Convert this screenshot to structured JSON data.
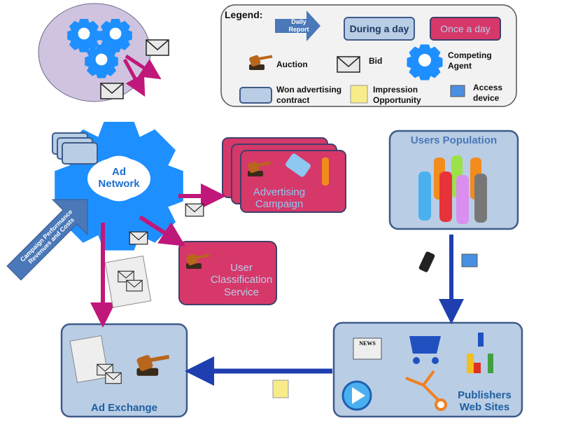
{
  "legend": {
    "title": "Legend:",
    "daily_report": "Daily Report",
    "during_a_day": "During a day",
    "once_a_day": "Once a day",
    "auction": "Auction",
    "bid": "Bid",
    "competing_agent": "Competing Agent",
    "won_contract": "Won advertising contract",
    "impression": "Impression Opportunity",
    "access_device": "Access device"
  },
  "nodes": {
    "ad_network": "Ad Network",
    "advertising_campaign": "Advertising Campaign",
    "user_classification": "User Classification Service",
    "users_population": "Users Population",
    "publishers": "Publishers Web Sites",
    "ad_exchange": "Ad Exchange",
    "news_icon_text": "NEWS"
  },
  "report_arrow": "Campaign Performance Revenues and Costs",
  "colors": {
    "during": "#b9cde5",
    "once": "#d6386a",
    "gear": "#1e8fff",
    "arrow_daily": "#4a78b8",
    "arrow_once": "#c0187a",
    "arrow_during": "#1f3fb0"
  }
}
